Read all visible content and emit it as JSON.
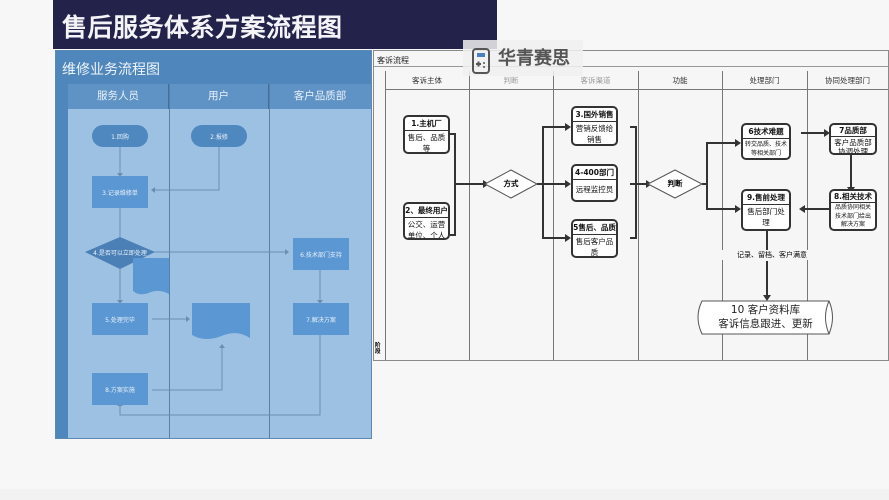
{
  "page_title": "售后服务体系方案流程图",
  "left_diagram": {
    "title": "维修业务流程图",
    "lanes": [
      "服务人员",
      "用户",
      "客户品质部"
    ],
    "nodes": {
      "n1": "1.回购",
      "n2": "2.报修",
      "n3": "3.记录维修单",
      "n4": "4.是否可以立即处理",
      "n5": "5.处理完毕",
      "n6": "6.技术部门支持",
      "n7": "7.解决方案",
      "n8": "8.方案实施"
    }
  },
  "right_diagram": {
    "title": "客诉流程",
    "columns": [
      "客诉主体",
      "判断",
      "客诉渠道",
      "功能",
      "处理部门",
      "协同处理部门"
    ],
    "side_label": "阶段",
    "nodes": {
      "b1": {
        "head": "1.主机厂",
        "body": "售后、品质等"
      },
      "b2": {
        "head": "2、最终用户",
        "body": "公交、运营单位、个人"
      },
      "d1": "方式",
      "b3": {
        "head": "3.国外销售",
        "body": "营销反馈给销售"
      },
      "b4": {
        "head": "4-400部门",
        "body": "远程监控员"
      },
      "b5": {
        "head": "5售后、品质",
        "body": "售后客户品质"
      },
      "d2": "判断",
      "b6": {
        "head": "6技术难题",
        "body": "转交品质、技术等相关部门"
      },
      "b7": {
        "head": "7品质部",
        "body": "客户品质部协调处理"
      },
      "b8": {
        "head": "8.相关技术",
        "body": "品质协同相关技术部门给出解决方案"
      },
      "b9": {
        "head": "9.售前处理",
        "body": "售后部门处理"
      },
      "note": "记录、留档、客户满意",
      "db": {
        "line1": "10 客户资料库",
        "line2": "客诉信息跟进、更新"
      }
    }
  },
  "watermark": {
    "text": "华青赛思",
    "icon": "gamepad-icon"
  },
  "colors": {
    "banner": "#22224a",
    "left_panel": "#9dc1e3",
    "left_header": "#4f86bb",
    "node_blue": "#5b97d2",
    "right_bg": "#f6f6f6",
    "stroke": "#333333"
  }
}
